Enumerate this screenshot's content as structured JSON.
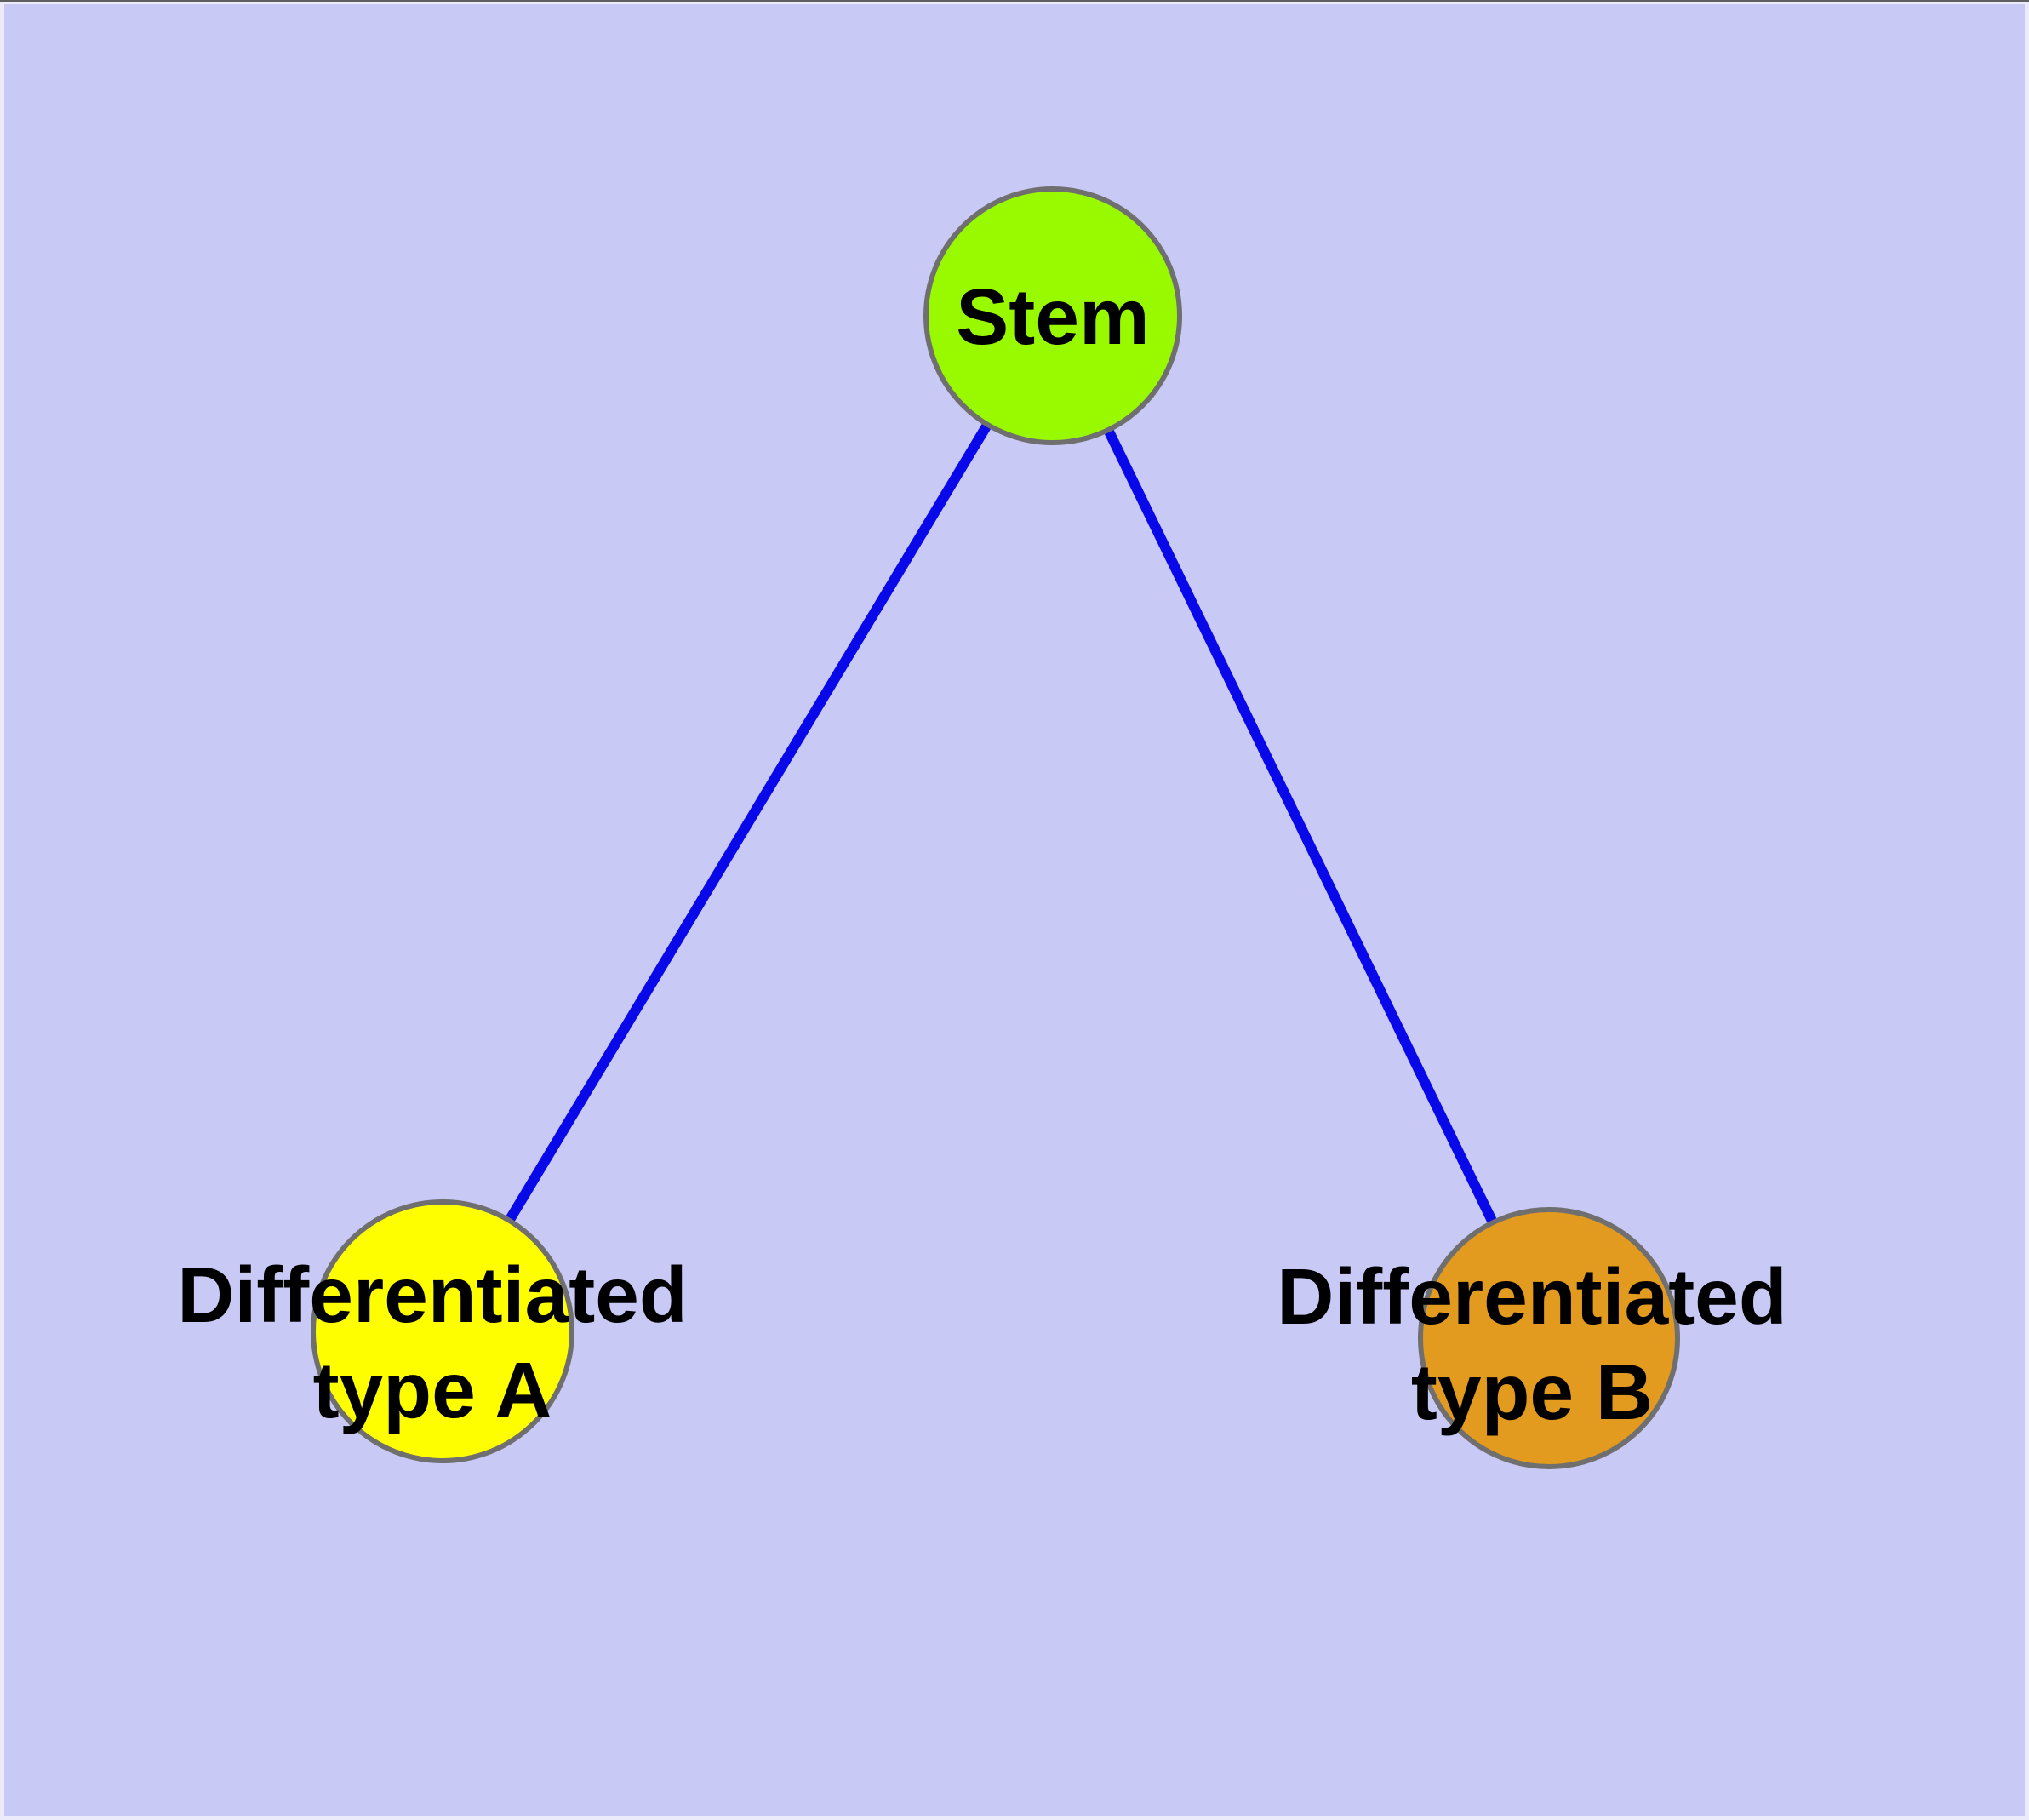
{
  "diagram": {
    "type": "graph",
    "description_colors": {
      "background": "#c9c9f6",
      "frame": "#ebebfb",
      "top_edge_line": "#5f5f5f",
      "edge_stroke": "#0808e8",
      "node_border": "#6f6f6f",
      "text": "#000000"
    },
    "nodes": {
      "stem": {
        "label": "Stem",
        "fill": "#99fa00"
      },
      "type_a": {
        "label_line1": "Differentiated",
        "label_line2": "type A",
        "fill": "#fffe00"
      },
      "type_b": {
        "label_line1": "Differentiated",
        "label_line2": "type B",
        "fill": "#e29a1f"
      }
    },
    "edges": [
      {
        "from": "Stem",
        "to": "Differentiated type A"
      },
      {
        "from": "Stem",
        "to": "Differentiated type B"
      }
    ]
  }
}
